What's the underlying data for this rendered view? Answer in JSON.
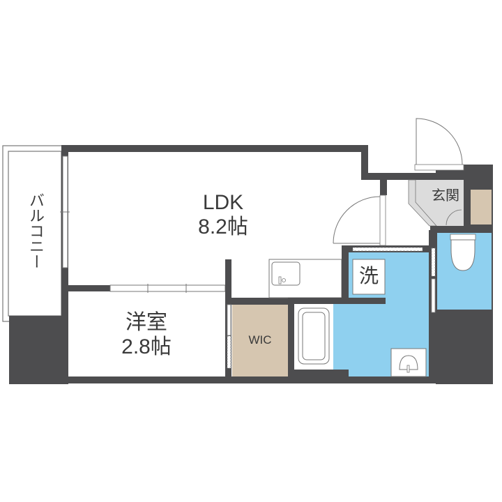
{
  "colors": {
    "wall": "#4d4d4f",
    "wet_area": "#8fd0ef",
    "storage": "#d6c6b0",
    "entrance": "#dcdcdc",
    "floor": "#ffffff",
    "line": "#6a6a6a"
  },
  "rooms": {
    "ldk": {
      "name": "LDK",
      "size": "8.2帖"
    },
    "western_room": {
      "name": "洋室",
      "size": "2.8帖"
    },
    "wic": {
      "name": "WIC"
    },
    "entrance": {
      "name": "玄関"
    },
    "washer": {
      "name": "洗"
    },
    "balcony": {
      "name": "バルコニー"
    }
  },
  "fixtures": [
    "kitchen-sink",
    "bathtub",
    "washbasin",
    "toilet",
    "shoe-cabinet"
  ]
}
